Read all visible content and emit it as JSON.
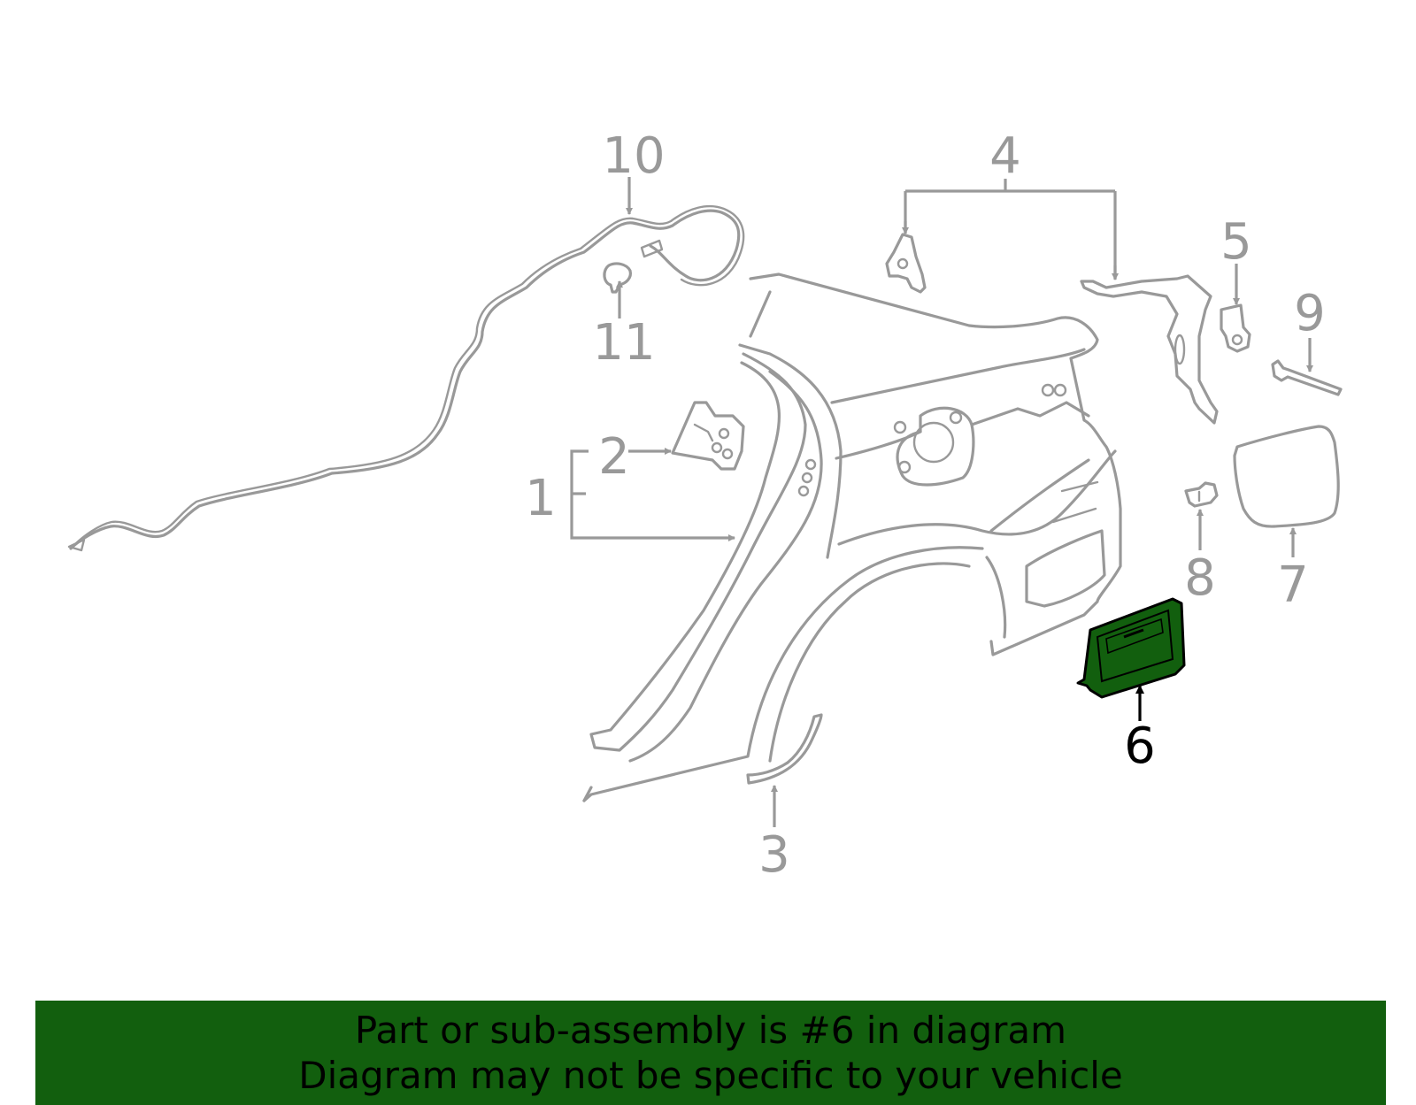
{
  "callouts": [
    "1",
    "2",
    "3",
    "4",
    "5",
    "6",
    "7",
    "8",
    "9",
    "10",
    "11"
  ],
  "highlighted_part": "6",
  "colors": {
    "part_stroke": "#999999",
    "highlight_fill": "#125f0e",
    "banner_bg": "#125f0e",
    "highlight_text": "#000000"
  },
  "banner": {
    "line1": "Part or sub-assembly is #6 in diagram",
    "line2": "Diagram may not be specific to your vehicle"
  }
}
